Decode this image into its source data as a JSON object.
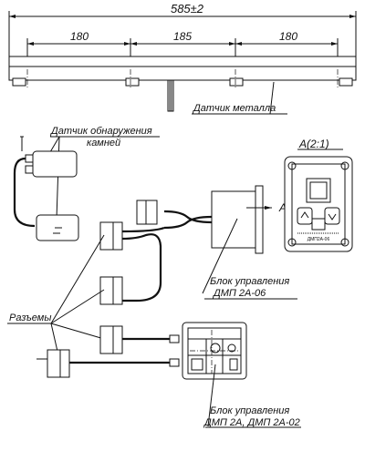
{
  "dimensions": {
    "total": "585±2",
    "segment_left": "180",
    "segment_mid": "185",
    "segment_right": "180"
  },
  "labels": {
    "metal_sensor": "Датчик металла",
    "stone_sensor_line1": "Датчик обнаружения",
    "stone_sensor_line2": "камней",
    "view_a_title": "А(2:1)",
    "view_arrow": "А",
    "connectors": "Разъемы",
    "unit_06_line1": "Блок управления",
    "unit_06_line2": "ДМП 2А-06",
    "unit_02_line1": "Блок управления",
    "unit_02_line2": "ДМП 2А, ДМП 2А-02",
    "panel_model": "ДМП2А-06"
  }
}
